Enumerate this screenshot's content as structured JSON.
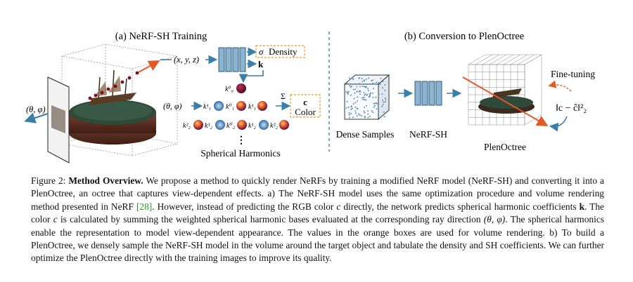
{
  "panel_a": {
    "title": "(a) NeRF-SH Training",
    "xyz_input": "(x, y, z)",
    "theta_phi_left": "(θ, φ)",
    "theta_phi_mid": "(θ, φ)",
    "sigma": "σ",
    "density": "Density",
    "k_out": "k",
    "sigma_sum": "Σ",
    "c_out": "c",
    "color": "Color",
    "row0": [
      "k⁰₀"
    ],
    "row1": [
      "k¹₁",
      "k⁰₁",
      "k¹₁"
    ],
    "row2": [
      "k²₂",
      "k¹₂",
      "k⁰₂",
      "k¹₂",
      "k²₂"
    ],
    "ellipsis": "⋮",
    "spherical_harmonics": "Spherical Harmonics"
  },
  "panel_b": {
    "title": "(b) Conversion to PlenOctree",
    "dense_samples": "Dense Samples",
    "nerf_sh": "NeRF-SH",
    "plenoctree": "PlenOctree",
    "fine_tuning": "Fine-tuning",
    "loss": "‖c − ĉ‖²₂"
  },
  "caption": {
    "label": "Figure 2:",
    "bold": "Method Overview.",
    "part1": "We propose a method to quickly render NeRFs by training a modified NeRF model (NeRF-SH) and converting it into a PlenOctree, an octree that captures view-dependent effects. a) The NeRF-SH model uses the same optimization procedure and volume rendering method presented in NeRF",
    "cite": "[28]",
    "part2": ". However, instead of predicting the RGB color",
    "c_var": "c",
    "part3": "directly, the network predicts spherical harmonic coefficients",
    "k_var": "k",
    "part4": ". The color",
    "c_var2": "c",
    "part5": "is calculated by summing the weighted spherical harmonic bases evaluated at the corresponding ray direction",
    "dir": "(θ, φ)",
    "part6": ". The spherical harmonics enable the representation to model view-dependent appearance. The values in the orange boxes are used for volume rendering. b) To build a PlenOctree, we densely sample the NeRF-SH model in the volume around the target object and tabulate the density and SH coefficients. We can further optimize the PlenOctree directly with the training images to improve its quality."
  },
  "colors": {
    "arrow": "#3a7fa8",
    "orange": "#e89a2c",
    "red_arrow": "#e05a2a",
    "mlp": "#8cb3cf"
  }
}
